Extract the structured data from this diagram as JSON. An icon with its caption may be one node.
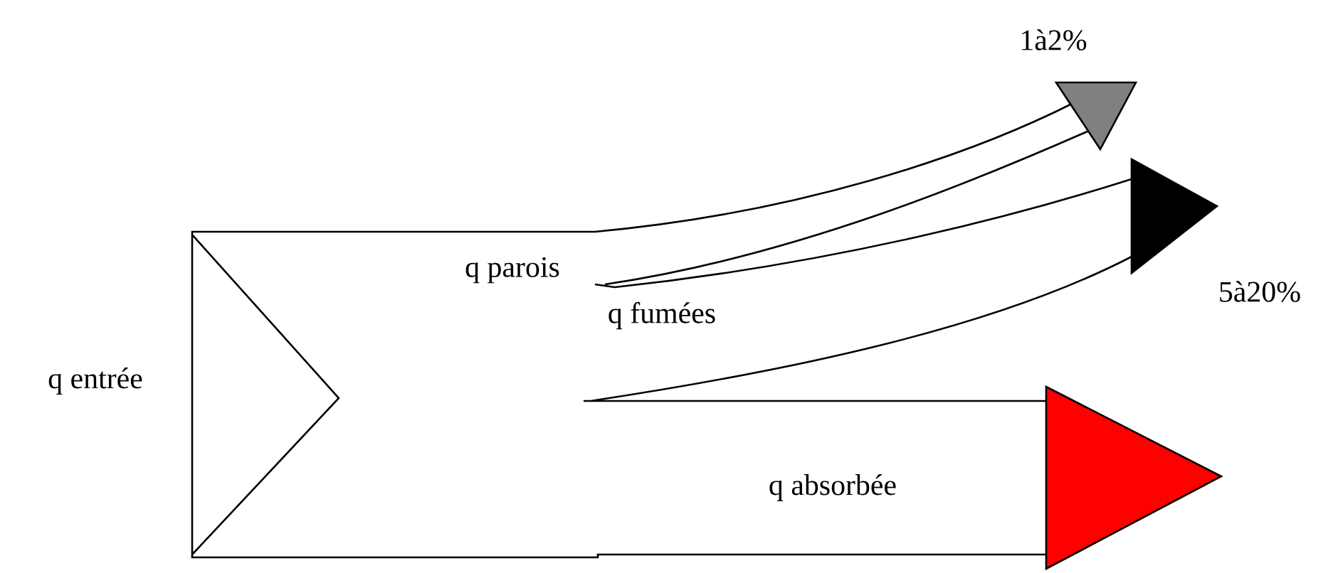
{
  "diagram": {
    "labels": [
      "q entrée",
      "q parois",
      "q fumées",
      "q absorbée",
      "1à2%",
      "5à20%"
    ]
  }
}
